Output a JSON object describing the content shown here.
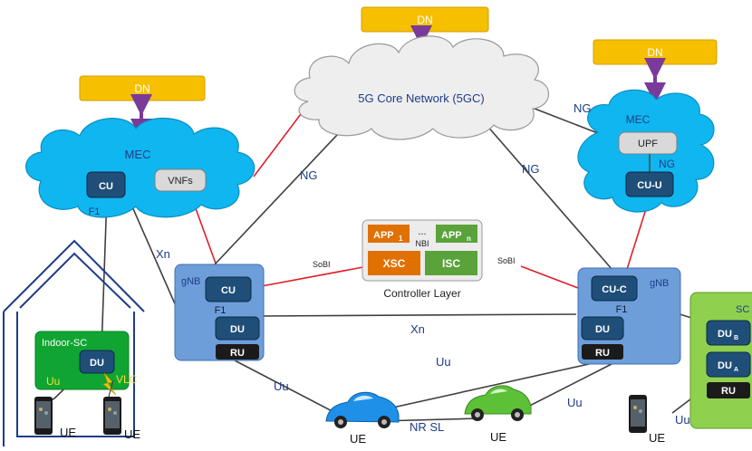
{
  "dn": [
    "DN",
    "DN",
    "DN"
  ],
  "core": {
    "label": "5G Core Network (5GC)"
  },
  "mec_left": {
    "label": "MEC",
    "cu": "CU",
    "vnfs": "VNFs",
    "f1": "F1"
  },
  "mec_right": {
    "label": "MEC",
    "upf": "UPF",
    "ng": "NG",
    "cuu": "CU-U"
  },
  "links": {
    "ng_top_right": "NG",
    "ng_left": "NG",
    "ng_right": "NG",
    "xn_left": "Xn",
    "xn_mid": "Xn"
  },
  "gnb_left": {
    "label": "gNB",
    "cu": "CU",
    "f1": "F1",
    "du": "DU",
    "ru": "RU"
  },
  "gnb_right": {
    "label": "gNB",
    "cuc": "CU-C",
    "f1": "F1",
    "du": "DU",
    "ru": "RU"
  },
  "controller": {
    "app1": "APP",
    "app1_sub": "1",
    "dots": "...",
    "nbi": "NBI",
    "appn": "APP",
    "appn_sub": "n",
    "xsc": "XSC",
    "isc": "ISC",
    "caption": "Controller Layer",
    "sobi_left": "SoBI",
    "sobi_right": "SoBI"
  },
  "indoor": {
    "label": "Indoor-SC",
    "du": "DU",
    "uu": "Uu",
    "vlc": "VLC",
    "ue1": "UE",
    "ue2": "UE"
  },
  "sc_right": {
    "label": "SC",
    "dub": "DU",
    "dub_sub": "B",
    "dua": "DU",
    "dua_sub": "A",
    "ru": "RU"
  },
  "bottom": {
    "uu_left": "Uu",
    "uu_mid": "Uu",
    "uu_right": "Uu",
    "uu_far": "Uu",
    "nrsl": "NR SL",
    "ue_car1": "UE",
    "ue_car2": "UE",
    "ue_phone": "UE"
  }
}
